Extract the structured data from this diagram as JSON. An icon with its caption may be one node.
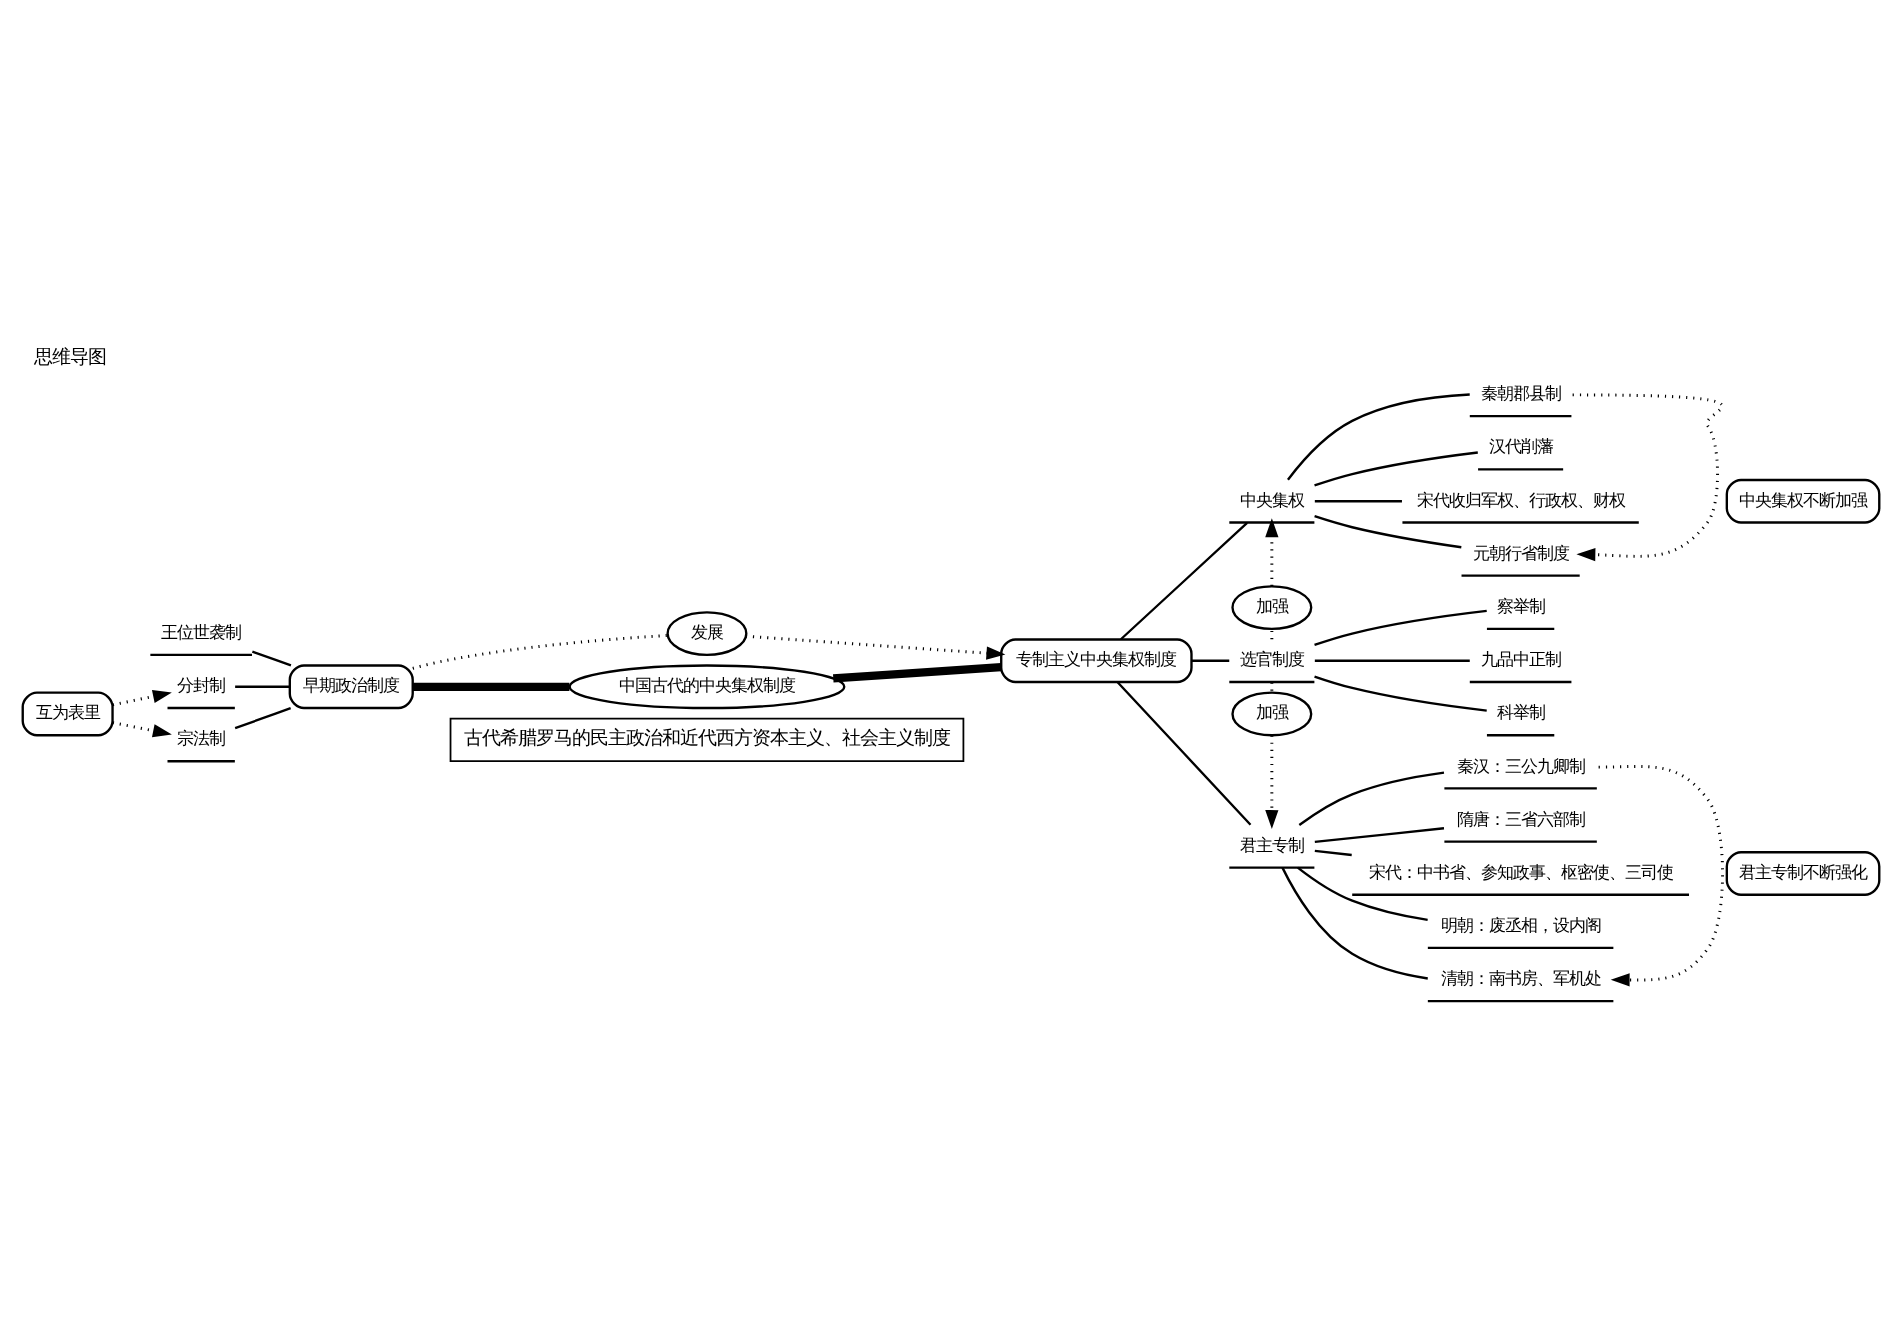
{
  "diagram": {
    "title": "思维导图",
    "nodes": [
      {
        "text": [
          "中国古代的中央集权制度"
        ]
      },
      {
        "text": [
          "早期政治制度"
        ]
      },
      {
        "text": [
          "王位世袭制"
        ]
      },
      {
        "text": [
          "分封制"
        ]
      },
      {
        "text": [
          "宗法制"
        ]
      },
      {
        "text": [
          "互为表里"
        ]
      },
      {
        "text": [
          "发展"
        ]
      },
      {
        "text": [
          "专制主义中央集权制度"
        ]
      },
      {
        "text": [
          "中央集权"
        ]
      },
      {
        "text": [
          "秦朝郡县制"
        ]
      },
      {
        "text": [
          "汉代削藩"
        ]
      },
      {
        "text": [
          "宋代收归军权、行政权、财权"
        ]
      },
      {
        "text": [
          "元朝行省制度"
        ]
      },
      {
        "text": [
          "中央集权不断加强"
        ]
      },
      {
        "text": [
          "加强"
        ]
      },
      {
        "text": [
          "选官制度"
        ]
      },
      {
        "text": [
          "察举制"
        ]
      },
      {
        "text": [
          "九品中正制"
        ]
      },
      {
        "text": [
          "科举制"
        ]
      },
      {
        "text": [
          "加强"
        ]
      },
      {
        "text": [
          "君主专制"
        ]
      },
      {
        "text": [
          "秦汉：三公九卿制"
        ]
      },
      {
        "text": [
          "隋唐：三省六部制"
        ]
      },
      {
        "text": [
          "宋代：中书省、参知政事、枢密使、三司使"
        ]
      },
      {
        "text": [
          "明朝：废丞相，设内阁"
        ]
      },
      {
        "text": [
          "清朝：南书房、军机处"
        ]
      },
      {
        "text": [
          "君主专制不断强化"
        ]
      },
      {
        "text": [
          "古代希腊罗马的民主政治和近代西方资本主义、社会主义制度"
        ]
      }
    ],
    "edges": [
      {
        "from": 2,
        "to": 1,
        "arrow": "none"
      },
      {
        "from": 3,
        "to": 1,
        "arrow": "none"
      },
      {
        "from": 4,
        "to": 1,
        "arrow": "none"
      },
      {
        "from": 5,
        "to": 3,
        "arrow": "to",
        "style": "dashed"
      },
      {
        "from": 5,
        "to": 4,
        "arrow": "to",
        "style": "dashed"
      },
      {
        "from": 1,
        "to": 6,
        "arrow": "none",
        "style": "dashed"
      },
      {
        "from": 1,
        "to": 0,
        "arrow": "none",
        "style": "thick"
      },
      {
        "from": 6,
        "to": 7,
        "arrow": "to",
        "style": "dashed"
      },
      {
        "from": 0,
        "to": 7,
        "arrow": "none",
        "style": "thick"
      },
      {
        "from": 7,
        "to": 8,
        "arrow": "none"
      },
      {
        "from": 7,
        "to": 15,
        "arrow": "none"
      },
      {
        "from": 7,
        "to": 20,
        "arrow": "none"
      },
      {
        "from": 8,
        "to": 9,
        "arrow": "none"
      },
      {
        "from": 8,
        "to": 10,
        "arrow": "none"
      },
      {
        "from": 8,
        "to": 11,
        "arrow": "none"
      },
      {
        "from": 8,
        "to": 12,
        "arrow": "none"
      },
      {
        "from": 9,
        "to": 12,
        "arrow": "to",
        "style": "dashed"
      },
      {
        "from": 15,
        "to": 14,
        "arrow": "none",
        "style": "dashed"
      },
      {
        "from": 14,
        "to": 8,
        "arrow": "to",
        "style": "dashed"
      },
      {
        "from": 15,
        "to": 16,
        "arrow": "none"
      },
      {
        "from": 15,
        "to": 17,
        "arrow": "none"
      },
      {
        "from": 15,
        "to": 18,
        "arrow": "none"
      },
      {
        "from": 15,
        "to": 19,
        "arrow": "none",
        "style": "dashed"
      },
      {
        "from": 19,
        "to": 20,
        "arrow": "to",
        "style": "dashed"
      },
      {
        "from": 20,
        "to": 21,
        "arrow": "none"
      },
      {
        "from": 20,
        "to": 22,
        "arrow": "none"
      },
      {
        "from": 20,
        "to": 23,
        "arrow": "none"
      },
      {
        "from": 20,
        "to": 24,
        "arrow": "none"
      },
      {
        "from": 20,
        "to": 25,
        "arrow": "none"
      },
      {
        "from": 21,
        "to": 25,
        "arrow": "to",
        "style": "dashed"
      }
    ]
  }
}
